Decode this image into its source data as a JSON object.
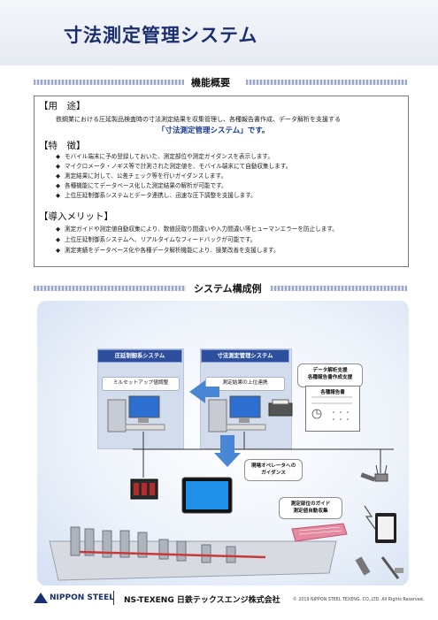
{
  "page_title": "寸法測定管理システム",
  "section1_title": "機能概要",
  "usage": {
    "heading": "【用　途】",
    "text": "鉄鋼業における圧延製品検査時の寸法測定結果を収集管理し、各種報告書作成、データ解析を支援する",
    "system_name": "「寸法測定管理システム」です。"
  },
  "features": {
    "heading": "【特　徴】",
    "items": [
      "モバイル端末に予め登録しておいた、測定部位や測定ガイダンスを表示します。",
      "マイクロメータ・ノギス等で計測された測定値を、モバイル端末にて自動収集します。",
      "測定結果に対して、公差チェック等を行いガイダンスします。",
      "各種機能にてデータベース化した測定結果の解析が可能です。",
      "上位圧延制御系システムとデータ連携し、迅速な圧下調整を支援します。"
    ]
  },
  "merits": {
    "heading": "【導入メリット】",
    "items": [
      "測定ガイドや測定値自動収集により、数値読取り間違いや入力間違い等ヒューマンエラーを防止します。",
      "上位圧延制御系システムへ、リアルタイムなフィードバックが可能です。",
      "測定実績をデータベース化や各種データ解析機能により、操業改善を支援します。"
    ]
  },
  "bullet": "◆",
  "section2_title": "システム構成例",
  "diagram": {
    "left_system": "圧延制御系システム",
    "right_system": "寸法測定管理システム",
    "left_function": "ミルセットアップ値調整",
    "right_function": "測定結果の上位連携",
    "callout_analysis": [
      "データ解析支援",
      "各種報告書作成支援"
    ],
    "report_title": "各種報告書",
    "callout_guidance": [
      "現場オペレータへの",
      "ガイダンス"
    ],
    "callout_collect": [
      "測定部位のガイド",
      "測定値自動収集"
    ]
  },
  "footer": {
    "brand1": "NIPPON STEEL",
    "brand2": "NS-TEXENG 日鉄テックスエンジ株式会社",
    "copyright": "© 2019 NIPPON STEEL TEXENG. CO.,LTD. All Rights Reserved."
  },
  "colors": {
    "title": "#1a2f6d",
    "accent": "#2e4f9e",
    "highlight": "#1a3a9a",
    "arrow": "#4a86d6"
  }
}
